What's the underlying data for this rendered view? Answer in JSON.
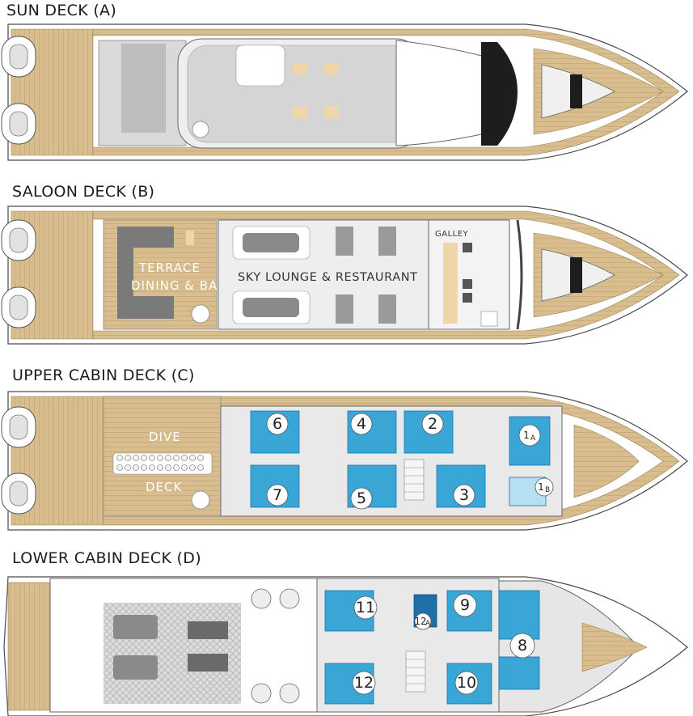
{
  "decks": [
    {
      "id": "A",
      "title": "SUN DECK (A)",
      "labels": []
    },
    {
      "id": "B",
      "title": "SALOON DECK (B)",
      "labels": [
        {
          "key": "terrace",
          "lines": [
            "TERRACE",
            "DINING & BAR"
          ]
        },
        {
          "key": "sky_lounge",
          "lines": [
            "SKY LOUNGE & RESTAURANT"
          ]
        },
        {
          "key": "galley",
          "lines": [
            "GALLEY"
          ]
        }
      ]
    },
    {
      "id": "C",
      "title": "UPPER CABIN DECK (C)",
      "labels": [
        {
          "key": "dive",
          "lines": [
            "DIVE"
          ]
        },
        {
          "key": "deck",
          "lines": [
            "DECK"
          ]
        }
      ]
    },
    {
      "id": "D",
      "title": "LOWER CABIN DECK (D)",
      "labels": []
    }
  ],
  "cabins": {
    "C": [
      {
        "num": "6",
        "sub": ""
      },
      {
        "num": "4",
        "sub": ""
      },
      {
        "num": "2",
        "sub": ""
      },
      {
        "num": "1",
        "sub": "A"
      },
      {
        "num": "7",
        "sub": ""
      },
      {
        "num": "5",
        "sub": ""
      },
      {
        "num": "3",
        "sub": ""
      },
      {
        "num": "1",
        "sub": "B"
      }
    ],
    "D": [
      {
        "num": "11",
        "sub": ""
      },
      {
        "num": "12",
        "sub": "A"
      },
      {
        "num": "9",
        "sub": ""
      },
      {
        "num": "8",
        "sub": ""
      },
      {
        "num": "12",
        "sub": ""
      },
      {
        "num": "10",
        "sub": ""
      }
    ]
  },
  "colors": {
    "teak": "#d8bd8e",
    "teak_line": "#c4a573",
    "hull": "#ffffff",
    "hull_line": "#4a4a4a",
    "interior": "#e9e9e9",
    "furniture": "#b9b9b9",
    "cabin_blue": "#3aa6d6",
    "cabin_blue_dark": "#1f6fa8",
    "cushion": "#eed6a8",
    "glass": "#1d1d1d"
  }
}
